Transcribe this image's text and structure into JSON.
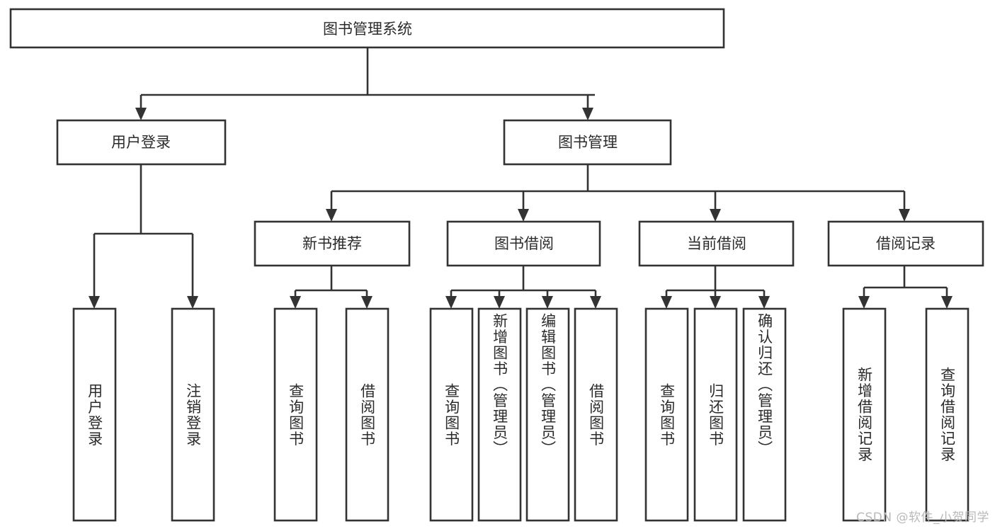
{
  "diagram": {
    "type": "hierarchy-tree",
    "title": "图书管理系统",
    "root": {
      "id": "root",
      "label": "图书管理系统",
      "level": 1
    },
    "level2": [
      {
        "id": "user-login",
        "label": "用户登录"
      },
      {
        "id": "book-management",
        "label": "图书管理"
      }
    ],
    "level3": [
      {
        "id": "new-book-recommend",
        "label": "新书推荐",
        "parent": "book-management"
      },
      {
        "id": "book-borrow",
        "label": "图书借阅",
        "parent": "book-management"
      },
      {
        "id": "current-borrow",
        "label": "当前借阅",
        "parent": "book-management"
      },
      {
        "id": "borrow-record",
        "label": "借阅记录",
        "parent": "book-management"
      }
    ],
    "leaves": {
      "user_login": [
        {
          "id": "leaf-user-login",
          "label": "用户登录"
        },
        {
          "id": "leaf-logout",
          "label": "注销登录"
        }
      ],
      "new_book_recommend": [
        {
          "id": "leaf-query-book-1",
          "label": "查询图书"
        },
        {
          "id": "leaf-borrow-book-1",
          "label": "借阅图书"
        }
      ],
      "book_borrow": [
        {
          "id": "leaf-query-book-2",
          "label": "查询图书"
        },
        {
          "id": "leaf-add-book",
          "label": "新增图书（管理员）"
        },
        {
          "id": "leaf-edit-book",
          "label": "编辑图书（管理员）"
        },
        {
          "id": "leaf-borrow-book-2",
          "label": "借阅图书"
        }
      ],
      "current_borrow": [
        {
          "id": "leaf-query-book-3",
          "label": "查询图书"
        },
        {
          "id": "leaf-return-book",
          "label": "归还图书"
        },
        {
          "id": "leaf-confirm-return",
          "label": "确认归还（管理员）"
        }
      ],
      "borrow_record": [
        {
          "id": "leaf-add-record",
          "label": "新增借阅记录"
        },
        {
          "id": "leaf-query-record",
          "label": "查询借阅记录"
        }
      ]
    }
  },
  "watermark": {
    "text": "CSDN @软件_小贺同学"
  },
  "colors": {
    "box_stroke": "#333333",
    "box_fill": "#ffffff",
    "text": "#2b2b2b",
    "background": "#ffffff",
    "watermark": "#b9b9b9"
  }
}
